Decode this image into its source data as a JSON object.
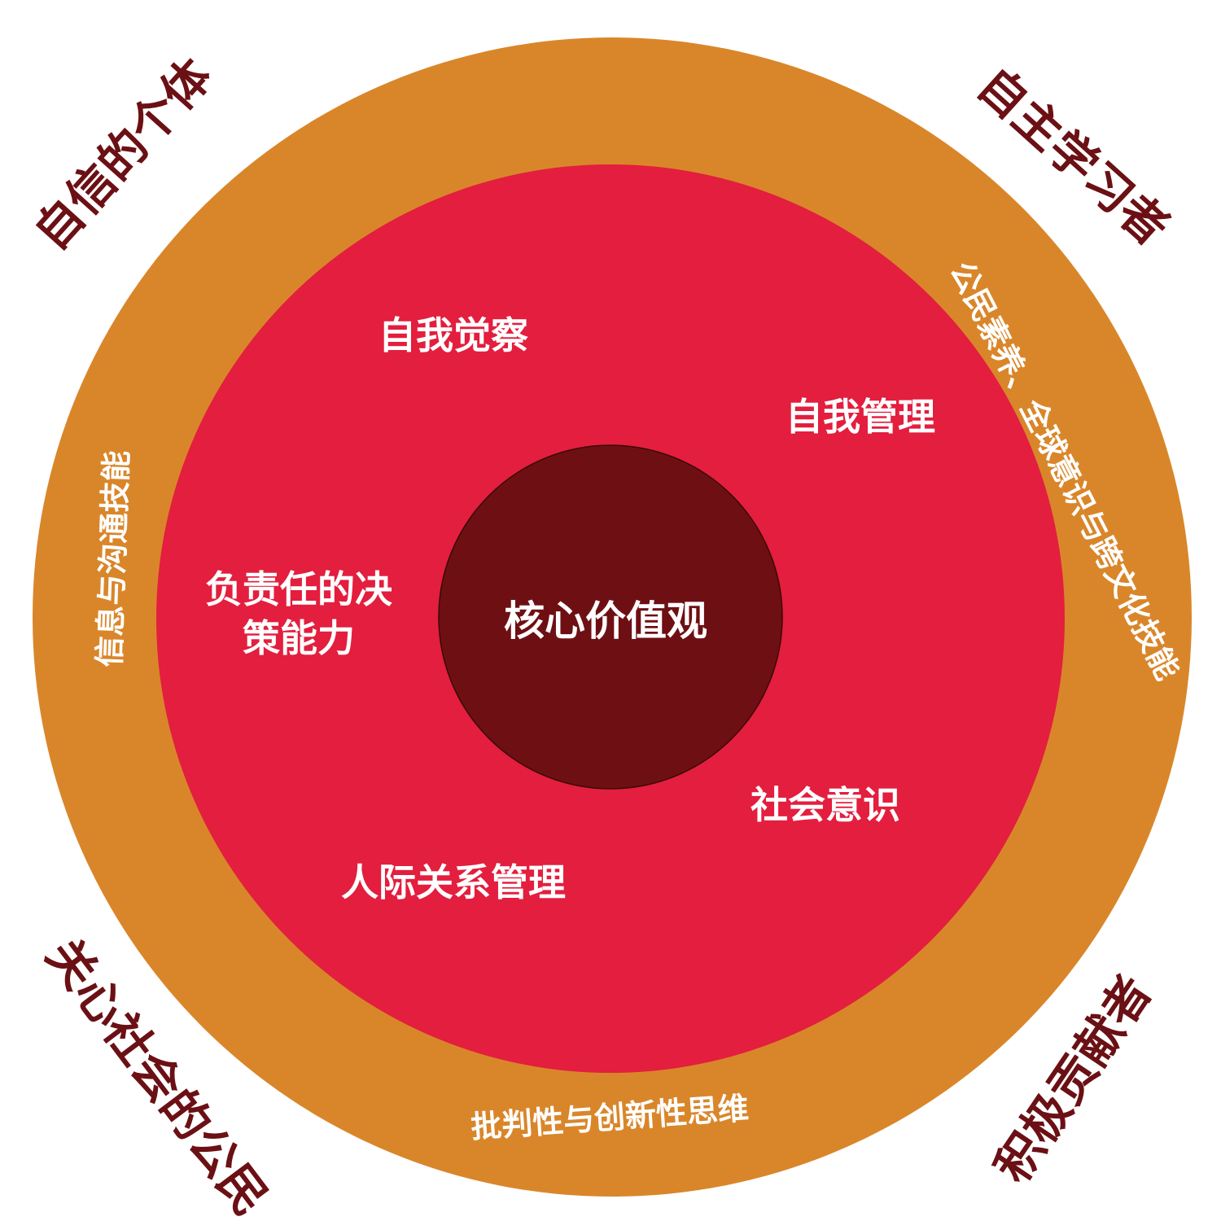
{
  "colors": {
    "outer_ring": "#d9862a",
    "middle_circle": "#e31e3e",
    "core_circle": "#6e1013",
    "inner_text": "#ffffff",
    "corner_text": "#6b1014"
  },
  "core": {
    "label": "核心价值观"
  },
  "inner_labels": {
    "self_awareness": "自我觉察",
    "self_management": "自我管理",
    "decision_line1": "负责任的决",
    "decision_line2": "策能力",
    "social_awareness": "社会意识",
    "relationship_management": "人际关系管理"
  },
  "ring_labels": {
    "left": "信息与沟通技能",
    "right": "公民素养、全球意识与跨文化技能",
    "bottom": "批判性与创新性思维"
  },
  "corner_labels": {
    "top_left": "自信的个体",
    "top_right": "自主学习者",
    "bottom_left": "关心社会的公民",
    "bottom_right": "积极贡献者"
  }
}
